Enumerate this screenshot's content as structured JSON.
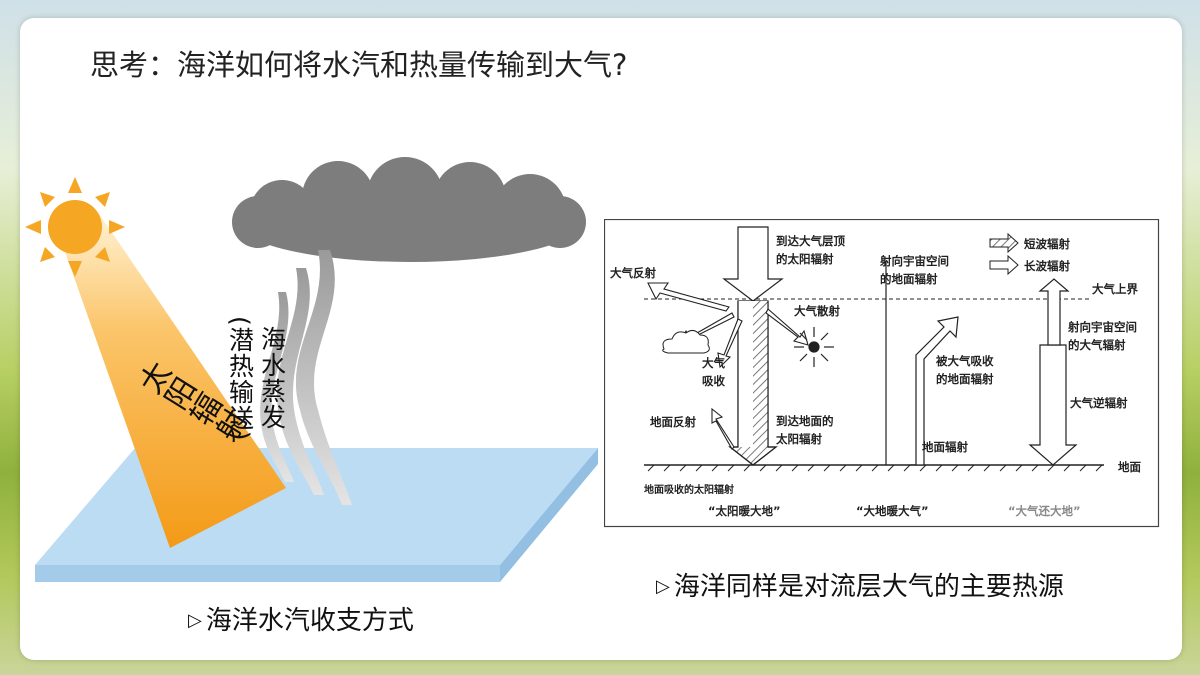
{
  "title": "思考：海洋如何将水汽和热量传输到大气?",
  "left_illustration": {
    "sun_label": "太阳辐射",
    "evap_label": "海水蒸发",
    "latent_label": "(潜热输送)",
    "caption": "海洋水汽收支方式",
    "colors": {
      "sun": "#f5a623",
      "cloud": "#7a7a7a",
      "ocean": "#b7d9f3"
    }
  },
  "diagram": {
    "labels": {
      "top_solar": [
        "到达大气层顶",
        "的太阳辐射"
      ],
      "space_ground": [
        "射向宇宙空间",
        "的地面辐射"
      ],
      "short_wave": "短波辐射",
      "long_wave": "长波辐射",
      "atm_reflect": "大气反射",
      "atm_scatter": "大气散射",
      "atm_upper": "大气上界",
      "atm_absorb": [
        "大气",
        "吸收"
      ],
      "absorbed_ground": [
        "被大气吸收",
        "的地面辐射"
      ],
      "space_atm": [
        "射向宇宙空间",
        "的大气辐射"
      ],
      "counter": "大气逆辐射",
      "ground_reflect": "地面反射",
      "ground_solar": [
        "到达地面的",
        "太阳辐射"
      ],
      "ground_rad": "地面辐射",
      "ground": "地面",
      "ground_absorb": "地面吸收的太阳辐射",
      "sun_warms": "“太阳暖大地”",
      "earth_warms": "“大地暖大气”",
      "atm_returns": "“大气还大地”"
    },
    "caption": "海洋同样是对流层大气的主要热源"
  },
  "icons": [
    "sun-icon",
    "cloud-icon",
    "triangle-bullet-icon"
  ]
}
